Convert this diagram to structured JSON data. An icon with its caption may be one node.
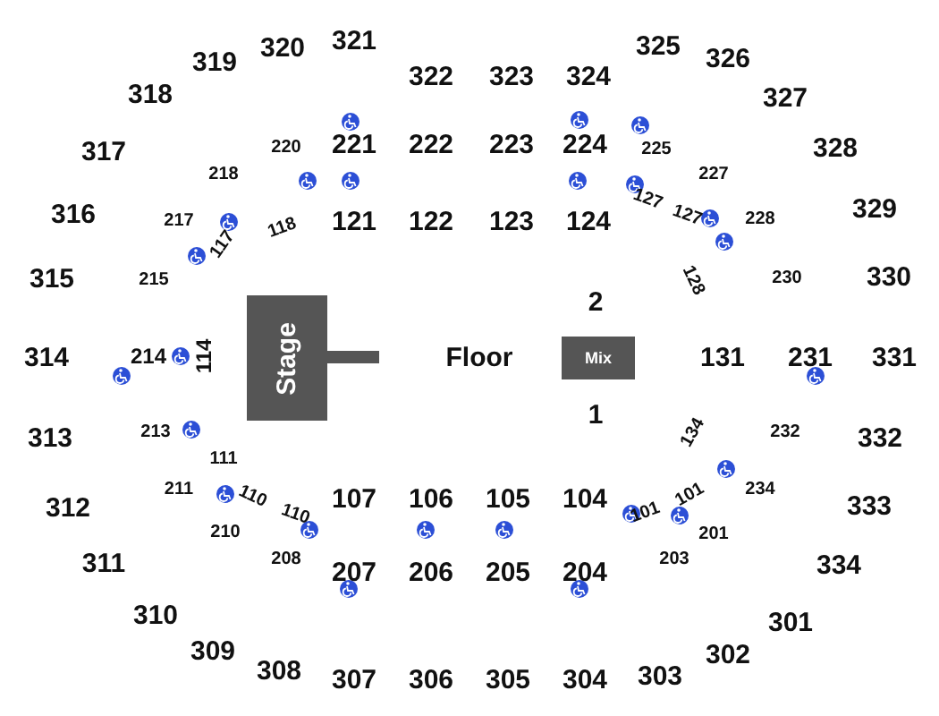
{
  "diagram": {
    "nodes": [
      {
        "text": [
          "Stage"
        ]
      },
      {
        "text": [
          "Mix"
        ]
      }
    ],
    "labels": [
      "320",
      "321",
      "319",
      "322",
      "323",
      "324",
      "325",
      "326",
      "318",
      "327",
      "317",
      "220",
      "221",
      "222",
      "223",
      "224",
      "225",
      "328",
      "218",
      "227",
      "316",
      "217",
      "121",
      "122",
      "123",
      "124",
      "127",
      "127",
      "228",
      "329",
      "118",
      "117",
      "215",
      "128",
      "230",
      "315",
      "330",
      "2",
      "314",
      "214",
      "114",
      "Floor",
      "131",
      "231",
      "331",
      "313",
      "213",
      "111",
      "134",
      "232",
      "332",
      "1",
      "312",
      "211",
      "110",
      "107",
      "106",
      "105",
      "104",
      "101",
      "101",
      "234",
      "333",
      "210",
      "110",
      "201",
      "208",
      "203",
      "311",
      "207",
      "206",
      "205",
      "204",
      "334",
      "310",
      "301",
      "309",
      "302",
      "308",
      "307",
      "306",
      "305",
      "304",
      "303"
    ]
  }
}
